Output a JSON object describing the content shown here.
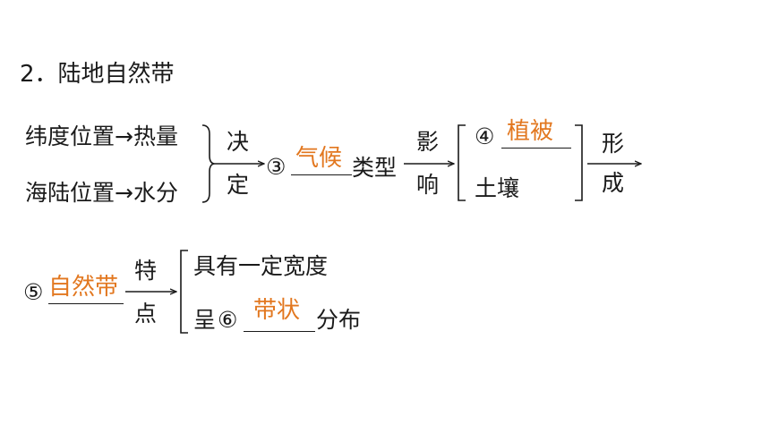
{
  "heading": "2．陆地自然带",
  "diagram1": {
    "factor_1": "纬度位置→热量",
    "factor_2": "海陆位置→水分",
    "connector_1": [
      "决",
      "定"
    ],
    "blank_3_label": "③",
    "blank_3_answer": "气候",
    "type_text": "类型",
    "connector_2": [
      "影",
      "响"
    ],
    "blank_4_label": "④",
    "blank_4_answer": "植被",
    "soil": "土壤",
    "connector_3": [
      "形",
      "成"
    ]
  },
  "diagram2": {
    "blank_5_label": "⑤",
    "blank_5_answer": "自然带",
    "connector": [
      "特",
      "点"
    ],
    "feature_1": "具有一定宽度",
    "feature_2_prefix": "呈",
    "blank_6_label": "⑥",
    "blank_6_answer": "带状",
    "feature_2_suffix": "分布"
  },
  "colors": {
    "answer": "#e2771f",
    "text": "#1a1a1a"
  }
}
